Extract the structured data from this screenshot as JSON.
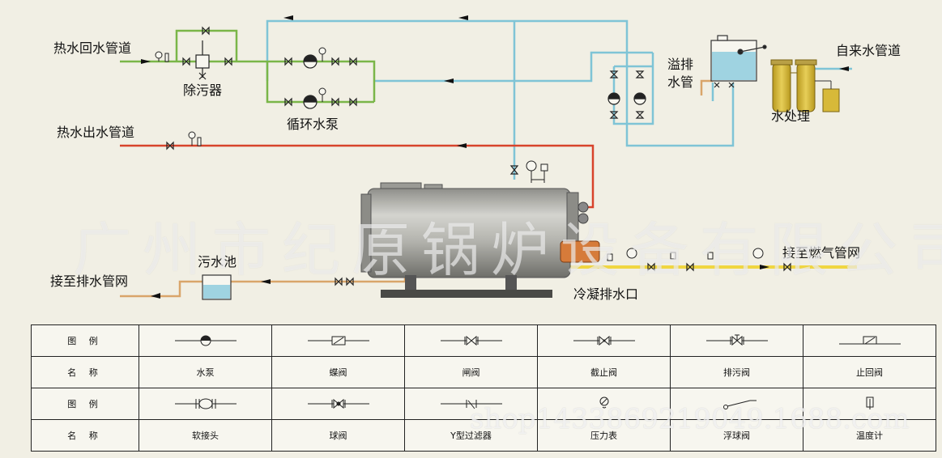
{
  "labels": {
    "return_main": "热水回水管道",
    "dirt_separator": "除污器",
    "circ_pump": "循环水泵",
    "supply_main": "热水出水管道",
    "overflow_drain_1": "溢排",
    "overflow_drain_2": "水管",
    "tap_water_main": "自来水管道",
    "water_treatment": "水处理",
    "sewage_pool": "污水池",
    "to_drain_network": "接至排水管网",
    "to_gas_network": "接至燃气管网",
    "condensate_outlet": "冷凝排水口"
  },
  "watermarks": {
    "company": "广州市纪原锅炉设备有限公司",
    "shop": "shop1433869219049.1688.com"
  },
  "legend": {
    "rows": [
      {
        "head": "图 例",
        "cells": [
          {
            "icon": "pump-symbol-icon"
          },
          {
            "icon": "butterfly-valve-symbol-icon"
          },
          {
            "icon": "gate-valve-symbol-icon"
          },
          {
            "icon": "globe-valve-symbol-icon"
          },
          {
            "icon": "blowdown-valve-symbol-icon"
          },
          {
            "icon": "check-valve-symbol-icon"
          }
        ]
      },
      {
        "head": "名 称",
        "cells": [
          {
            "text": "水泵"
          },
          {
            "text": "蝶阀"
          },
          {
            "text": "闸阀"
          },
          {
            "text": "截止阀"
          },
          {
            "text": "排污阀"
          },
          {
            "text": "止回阀"
          }
        ]
      },
      {
        "head": "图 例",
        "cells": [
          {
            "icon": "flexible-joint-symbol-icon"
          },
          {
            "icon": "ball-valve-symbol-icon"
          },
          {
            "icon": "y-strainer-symbol-icon"
          },
          {
            "icon": "pressure-gauge-symbol-icon"
          },
          {
            "icon": "float-valve-symbol-icon"
          },
          {
            "icon": "thermometer-symbol-icon"
          }
        ]
      },
      {
        "head": "名 称",
        "cells": [
          {
            "text": "软接头"
          },
          {
            "text": "球阀"
          },
          {
            "text": "Y型过滤器"
          },
          {
            "text": "压力表"
          },
          {
            "text": "浮球阀"
          },
          {
            "text": "温度计"
          }
        ]
      }
    ]
  },
  "colors": {
    "background": "#f1efe4",
    "return_pipe": "#7ab648",
    "supply_pipe": "#d8432b",
    "cold_water_pipe": "#7fc4d6",
    "drain_pipe": "#d9a56a",
    "gas_pipe": "#f0d640",
    "boiler_shell": "#a8a8a2",
    "filter_tank": "#d7b939"
  }
}
